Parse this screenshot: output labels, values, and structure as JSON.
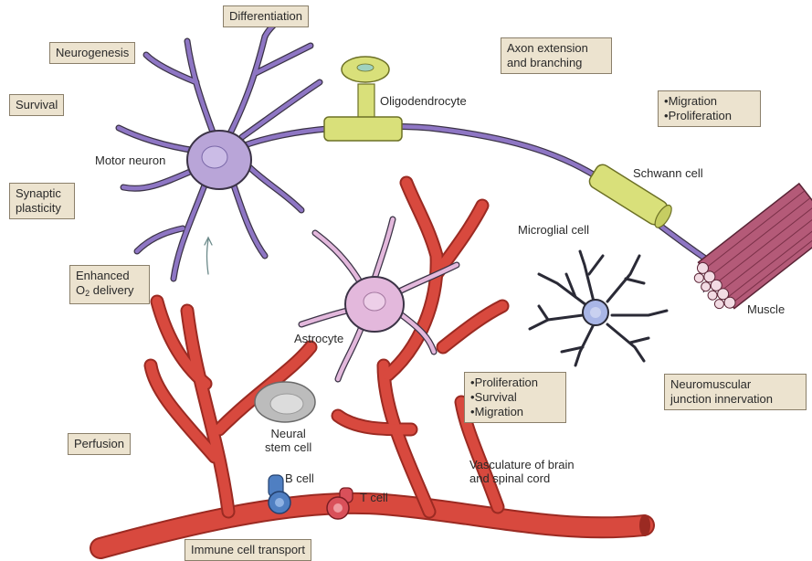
{
  "boxes": {
    "differentiation": "Differentiation",
    "neurogenesis": "Neurogenesis",
    "survival": "Survival",
    "synaptic_plasticity": [
      "Synaptic",
      "plasticity"
    ],
    "enhanced_o2": {
      "line1": "Enhanced",
      "o": "O",
      "sub": "2",
      "rest": " delivery"
    },
    "perfusion": "Perfusion",
    "immune_transport": "Immune cell transport",
    "axon": [
      "Axon extension",
      "and branching"
    ],
    "schwann_effects": [
      "Migration",
      "Proliferation"
    ],
    "vascular_effects": [
      "Proliferation",
      "Survival",
      "Migration"
    ],
    "nmj": [
      "Neuromuscular",
      "junction innervation"
    ]
  },
  "labels": {
    "motor_neuron": "Motor neuron",
    "oligodendrocyte": "Oligodendrocyte",
    "schwann_cell": "Schwann cell",
    "microglial_cell": "Microglial cell",
    "muscle": "Muscle",
    "astrocyte": "Astrocyte",
    "neural_stem_cell": [
      "Neural",
      "stem cell"
    ],
    "b_cell": "B cell",
    "t_cell": "T cell",
    "vasculature": [
      "Vasculature of brain",
      "and spinal cord"
    ]
  },
  "colors": {
    "neuron": "#b9a5d8",
    "neuron_outline": "#3b3346",
    "axon": "#8e76c4",
    "myelin": "#d9e07a",
    "vessel": "#d8493e",
    "vessel_dark": "#9b2a22",
    "astrocyte": "#e3b8dc",
    "microglia": "#a9b6e6",
    "muscle": "#b45a78",
    "stem_cell": "#cfcfcf",
    "b_cell": "#4f7fc2",
    "t_cell": "#d9505a",
    "box_fill": "#ece3cf"
  }
}
